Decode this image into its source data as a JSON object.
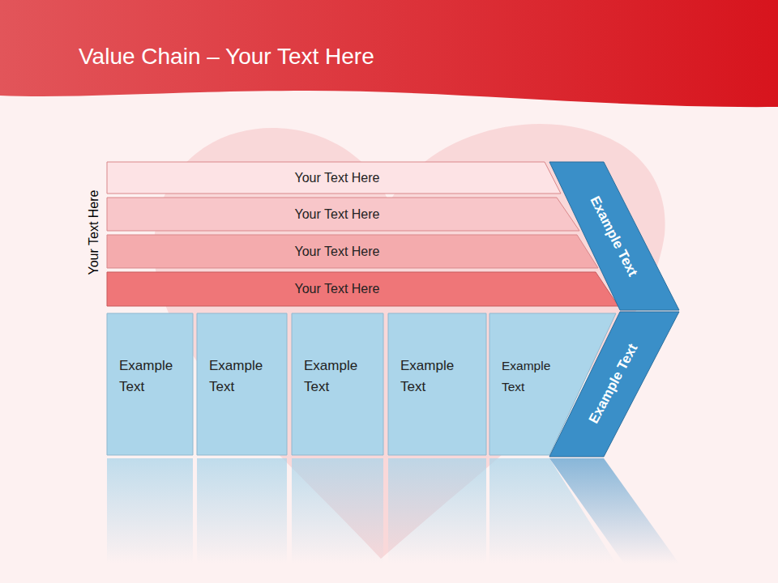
{
  "diagram": {
    "title": "Value Chain – Your Text Here",
    "nodes": [
      {
        "text": [
          "Your Text Here"
        ]
      },
      {
        "text": [
          "Your Text Here"
        ]
      },
      {
        "text": [
          "Your Text Here"
        ]
      },
      {
        "text": [
          "Your Text Here"
        ]
      },
      {
        "text": [
          "Example Text"
        ]
      },
      {
        "text": [
          "Example Text"
        ]
      },
      {
        "text": [
          "Example Text"
        ]
      },
      {
        "text": [
          "Example Text"
        ]
      },
      {
        "text": [
          "Example Text"
        ]
      },
      {
        "text": [
          "Example Text"
        ]
      },
      {
        "text": [
          "Example Text"
        ]
      }
    ],
    "labels": [
      "Your Text Here"
    ]
  }
}
